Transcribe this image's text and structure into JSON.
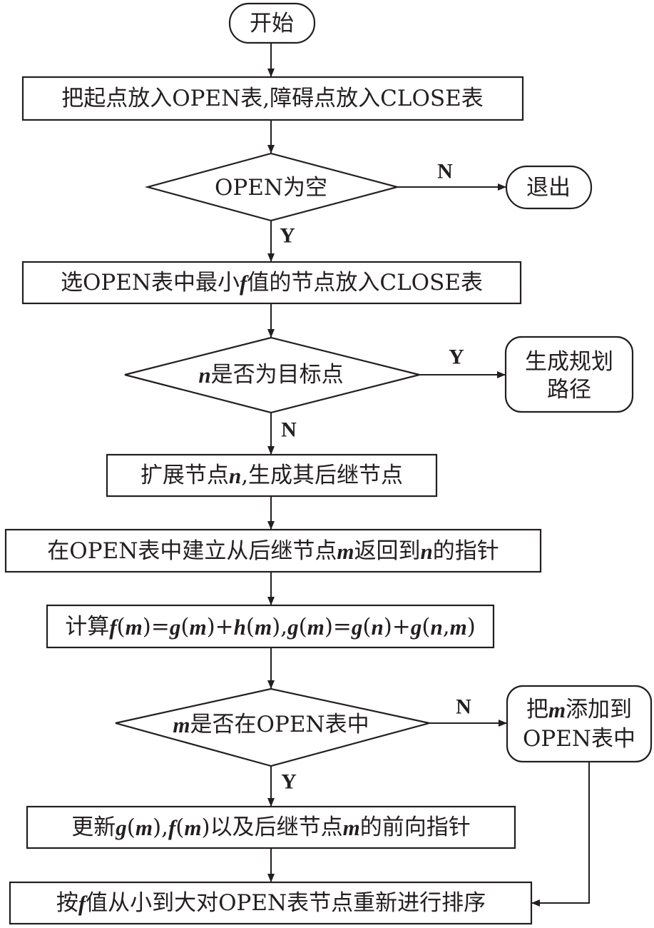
{
  "flowchart": {
    "start": {
      "label": "开始"
    },
    "init": {
      "parts": [
        {
          "t": "把起点放入OPEN表,障碍点放入CLOSE表",
          "i": false
        }
      ]
    },
    "check_open_empty": {
      "parts": [
        {
          "t": "OPEN为空",
          "i": false
        }
      ]
    },
    "exit": {
      "label": "退出"
    },
    "select_min": {
      "parts": [
        {
          "t": "选OPEN表中最小",
          "i": false
        },
        {
          "t": "f",
          "i": true
        },
        {
          "t": "值的节点放入CLOSE表",
          "i": false
        }
      ]
    },
    "check_goal": {
      "parts": [
        {
          "t": "n",
          "i": true
        },
        {
          "t": "是否为目标点",
          "i": false
        }
      ]
    },
    "generate_path": {
      "lines": [
        "生成规划",
        "路径"
      ]
    },
    "expand": {
      "parts": [
        {
          "t": "扩展节点",
          "i": false
        },
        {
          "t": "n",
          "i": true
        },
        {
          "t": ",生成其后继节点",
          "i": false
        }
      ]
    },
    "pointer": {
      "parts": [
        {
          "t": "在OPEN表中建立从后继节点",
          "i": false
        },
        {
          "t": "m",
          "i": true
        },
        {
          "t": "返回到",
          "i": false
        },
        {
          "t": "n",
          "i": true
        },
        {
          "t": "的指针",
          "i": false
        }
      ]
    },
    "compute": {
      "parts": [
        {
          "t": "计算",
          "i": false
        },
        {
          "t": "f",
          "i": true
        },
        {
          "t": "(",
          "i": false
        },
        {
          "t": "m",
          "i": true
        },
        {
          "t": ")=",
          "i": false
        },
        {
          "t": "g",
          "i": true
        },
        {
          "t": "(",
          "i": false
        },
        {
          "t": "m",
          "i": true
        },
        {
          "t": ")+",
          "i": false
        },
        {
          "t": "h",
          "i": true
        },
        {
          "t": "(",
          "i": false
        },
        {
          "t": "m",
          "i": true
        },
        {
          "t": "),",
          "i": false
        },
        {
          "t": "g",
          "i": true
        },
        {
          "t": "(",
          "i": false
        },
        {
          "t": "m",
          "i": true
        },
        {
          "t": ")=",
          "i": false
        },
        {
          "t": "g",
          "i": true
        },
        {
          "t": "(",
          "i": false
        },
        {
          "t": "n",
          "i": true
        },
        {
          "t": ")+",
          "i": false
        },
        {
          "t": "g",
          "i": true
        },
        {
          "t": "(",
          "i": false
        },
        {
          "t": "n",
          "i": true
        },
        {
          "t": ",",
          "i": false
        },
        {
          "t": "m",
          "i": true
        },
        {
          "t": ")",
          "i": false
        }
      ]
    },
    "check_in_open": {
      "parts": [
        {
          "t": "m",
          "i": true
        },
        {
          "t": "是否在OPEN表中",
          "i": false
        }
      ]
    },
    "add_to_open": {
      "lines": [
        [
          {
            "t": "把",
            "i": false
          },
          {
            "t": "m",
            "i": true
          },
          {
            "t": "添加到",
            "i": false
          }
        ],
        [
          {
            "t": "OPEN表中",
            "i": false
          }
        ]
      ]
    },
    "update": {
      "parts": [
        {
          "t": "更新",
          "i": false
        },
        {
          "t": "g",
          "i": true
        },
        {
          "t": "(",
          "i": false
        },
        {
          "t": "m",
          "i": true
        },
        {
          "t": "),",
          "i": false
        },
        {
          "t": "f",
          "i": true
        },
        {
          "t": "(",
          "i": false
        },
        {
          "t": "m",
          "i": true
        },
        {
          "t": ")以及后继节点",
          "i": false
        },
        {
          "t": "m",
          "i": true
        },
        {
          "t": "的前向指针",
          "i": false
        }
      ]
    },
    "sort": {
      "parts": [
        {
          "t": "按",
          "i": false
        },
        {
          "t": "f",
          "i": true
        },
        {
          "t": "值从小到大对OPEN表节点重新进行排序",
          "i": false
        }
      ]
    },
    "edge_labels": {
      "open_empty_yes": "N",
      "open_empty_no": "Y",
      "goal_yes": "Y",
      "goal_no": "N",
      "in_open_no": "N",
      "in_open_yes": "Y"
    }
  }
}
